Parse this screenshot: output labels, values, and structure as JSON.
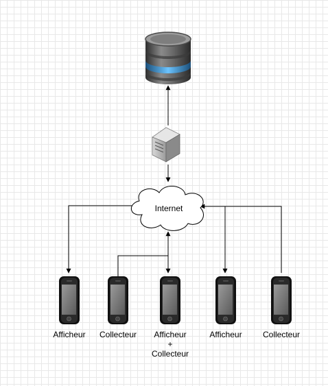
{
  "cloud": {
    "label": "Internet"
  },
  "devices": [
    {
      "label": "Afficheur"
    },
    {
      "label": "Collecteur"
    },
    {
      "label": "Afficheur",
      "label_plus": "+",
      "label_2": "Collecteur"
    },
    {
      "label": "Afficheur"
    },
    {
      "label": "Collecteur"
    }
  ],
  "icons": {
    "database": "database-icon",
    "server": "server-icon",
    "cloud": "cloud-icon",
    "phone": "smartphone-icon"
  },
  "colors": {
    "db_body": "#5a5a5a",
    "db_band": "#4aa8e8",
    "phone_body": "#111111",
    "phone_screen": "#7a7a7a",
    "line": "#000000"
  }
}
